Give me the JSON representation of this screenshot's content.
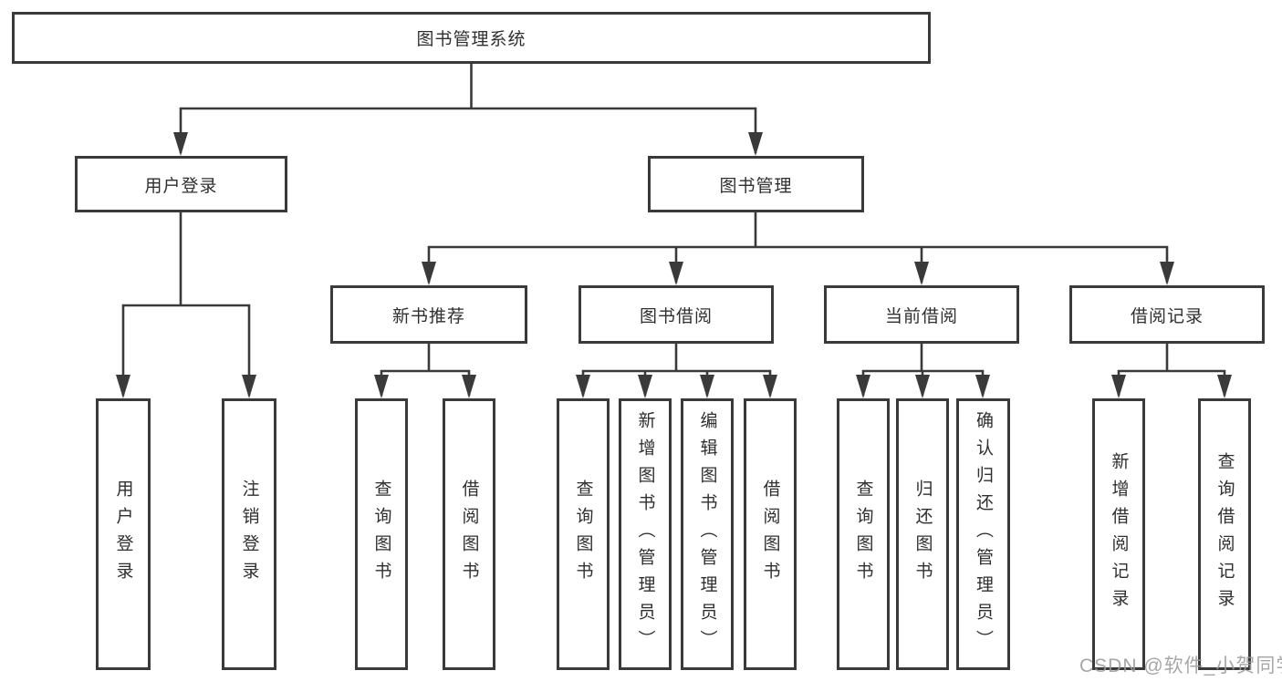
{
  "page": {
    "background": "#ffffff"
  },
  "colors": {
    "line": "#3a3a3a",
    "text": "#2f2f2f",
    "watermark": "#9b9b9b"
  },
  "diagram": {
    "root": {
      "label": "图书管理系统"
    },
    "user_login": {
      "label": "用户登录",
      "children": [
        {
          "label": "用户登录"
        },
        {
          "label": "注销登录"
        }
      ]
    },
    "book_mgmt": {
      "label": "图书管理",
      "new_books": {
        "label": "新书推荐",
        "children": [
          {
            "label": "查询图书"
          },
          {
            "label": "借阅图书"
          }
        ]
      },
      "book_borrow": {
        "label": "图书借阅",
        "children": [
          {
            "label": "查询图书"
          },
          {
            "label": "新增图书（管理员）"
          },
          {
            "label": "编辑图书（管理员）"
          },
          {
            "label": "借阅图书"
          }
        ]
      },
      "current_borrow": {
        "label": "当前借阅",
        "children": [
          {
            "label": "查询图书"
          },
          {
            "label": "归还图书"
          },
          {
            "label": "确认归还（管理员）"
          }
        ]
      },
      "borrow_records": {
        "label": "借阅记录",
        "children": [
          {
            "label": "新增借阅记录"
          },
          {
            "label": "查询借阅记录"
          }
        ]
      }
    }
  },
  "watermark": {
    "text": "CSDN @软件_小贺同学"
  }
}
